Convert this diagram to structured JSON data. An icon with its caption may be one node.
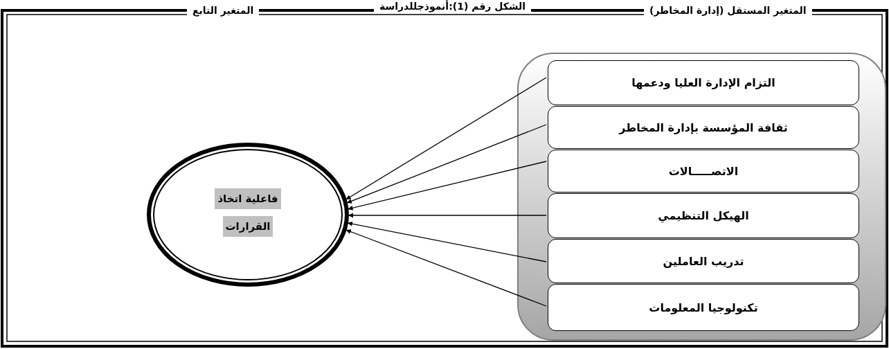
{
  "diagram": {
    "title": "الشكل رقم (1):أنموذجللدراسة",
    "nodes": [
      {
        "text": [],
        "shape": "box"
      },
      {
        "text": [
          "التزام الإدارة العليا ودعمها"
        ],
        "in": 0
      },
      {
        "text": [
          "ثقافة المؤسسة بإدارة المخاطر"
        ],
        "in": 0
      },
      {
        "text": [
          "الاتصـــــالات"
        ],
        "in": 0
      },
      {
        "text": [
          "الهيكل التنظيمي"
        ],
        "in": 0
      },
      {
        "text": [
          "تدريب العاملين"
        ],
        "in": 0
      },
      {
        "text": [
          "تكنولوجيا المعلومات"
        ],
        "in": 0
      },
      {
        "text": [
          "فاعلية اتخاذ القرارات"
        ]
      }
    ],
    "edges": [
      {
        "from": 1,
        "to": 7,
        "arrow": "to"
      },
      {
        "from": 2,
        "to": 7,
        "arrow": "to"
      },
      {
        "from": 3,
        "to": 7,
        "arrow": "to"
      },
      {
        "from": 4,
        "to": 7,
        "arrow": "to"
      },
      {
        "from": 5,
        "to": 7,
        "arrow": "to"
      },
      {
        "from": 6,
        "to": 7,
        "arrow": "to"
      }
    ],
    "labels": [
      "المتغير المستقل (إدارة المخاطر)",
      "المتغير التابع"
    ]
  }
}
